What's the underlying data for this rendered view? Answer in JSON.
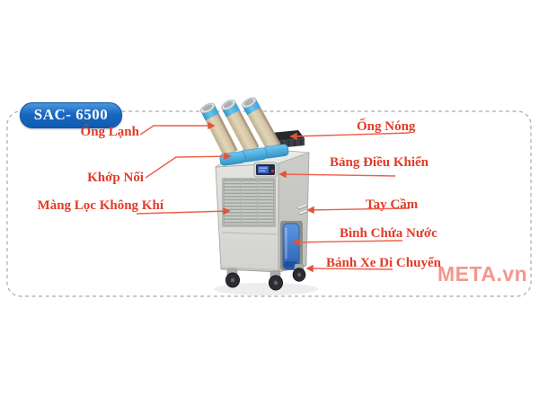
{
  "badge": {
    "label": "SAC- 6500"
  },
  "watermark": {
    "label": "META.vn"
  },
  "callouts": {
    "left": [
      {
        "id": "ong-lanh",
        "label": "Ống Lạnh"
      },
      {
        "id": "khop-noi",
        "label": "Khớp Nối"
      },
      {
        "id": "mang-loc-khong-khi",
        "label": "Màng Lọc Không Khí"
      }
    ],
    "right": [
      {
        "id": "ong-nong",
        "label": "Ống Nóng"
      },
      {
        "id": "bang-dieu-khien",
        "label": "Bảng Điều Khiển"
      },
      {
        "id": "tay-cam",
        "label": "Tay Cầm"
      },
      {
        "id": "binh-chua-nuoc",
        "label": "Bình Chứa Nước"
      },
      {
        "id": "banh-xe-di-chuyen",
        "label": "Bánh Xe Di Chuyển"
      }
    ]
  },
  "colors": {
    "label_text": "#e23b28",
    "leader_line": "#ed5f48",
    "badge_blue": "#1566bd",
    "watermark": "#f4968e",
    "dashed_border": "#a8a8a8",
    "duct_blue": "#52b4e4",
    "tank_blue": "#3a76c8"
  }
}
